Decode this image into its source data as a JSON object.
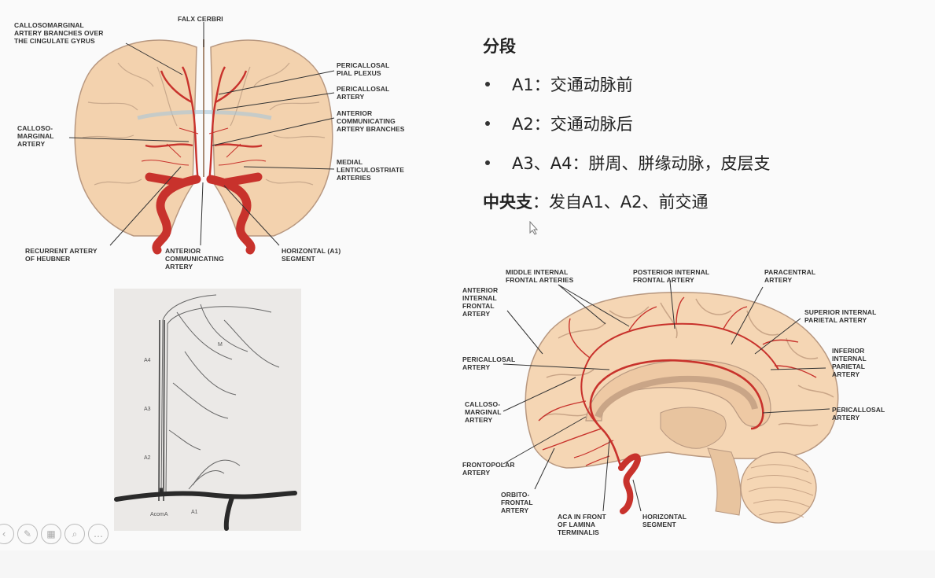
{
  "coronal_labels": {
    "callosomarginal_branches": "CALLOSOMARGINAL\nARTERY BRANCHES OVER\nTHE CINGULATE GYRUS",
    "falx_cerebri": "FALX CERBRI",
    "pericallosal_pial_plexus": "PERICALLOSAL\nPIAL PLEXUS",
    "pericallosal_artery": "PERICALLOSAL\nARTERY",
    "acom_branches": "ANTERIOR\nCOMMUNICATING\nARTERY BRANCHES",
    "callosomarginal_artery": "CALLOSO-\nMARGINAL\nARTERY",
    "medial_lenticulostriate": "MEDIAL\nLENTICULOSTRIATE\nARTERIES",
    "recurrent_heubner": "RECURRENT ARTERY\nOF HEUBNER",
    "acom": "ANTERIOR\nCOMMUNICATING\nARTERY",
    "horizontal_a1": "HORIZONTAL (A1)\nSEGMENT"
  },
  "sketch_labels": {
    "a4": "A4",
    "a3": "A3",
    "a2": "A2",
    "a1": "A1",
    "m": "M",
    "acoma": "AcomA"
  },
  "text_panel": {
    "title": "分段",
    "bullets": [
      "A1：交通动脉前",
      "A2：交通动脉后",
      "A3、A4：胼周、胼缘动脉，皮层支"
    ],
    "central_bold": "中央支",
    "central_rest": "：发自A1、A2、前交通"
  },
  "sagittal_labels": {
    "middle_internal_frontal": "MIDDLE INTERNAL\nFRONTAL ARTERIES",
    "posterior_internal_frontal": "POSTERIOR INTERNAL\nFRONTAL ARTERY",
    "paracentral": "PARACENTRAL\nARTERY",
    "anterior_internal_frontal": "ANTERIOR\nINTERNAL\nFRONTAL\nARTERY",
    "superior_internal_parietal": "SUPERIOR INTERNAL\nPARIETAL ARTERY",
    "inferior_internal_parietal": "INFERIOR\nINTERNAL\nPARIETAL\nARTERY",
    "pericallosal_left": "PERICALLOSAL\nARTERY",
    "callosomarginal": "CALLOSO-\nMARGINAL\nARTERY",
    "pericallosal_right": "PERICALLOSAL\nARTERY",
    "frontopolar": "FRONTOPOLAR\nARTERY",
    "orbitofrontal": "ORBITO-\nFRONTAL\nARTERY",
    "aca_lamina": "ACA  IN FRONT\nOF LAMINA\nTERMINALIS",
    "horizontal_segment": "HORIZONTAL\nSEGMENT"
  },
  "colors": {
    "brain": "#f3d2ae",
    "brain_outline": "#b89880",
    "artery": "#c8322c",
    "sketch_bg": "#ebe9e7"
  }
}
